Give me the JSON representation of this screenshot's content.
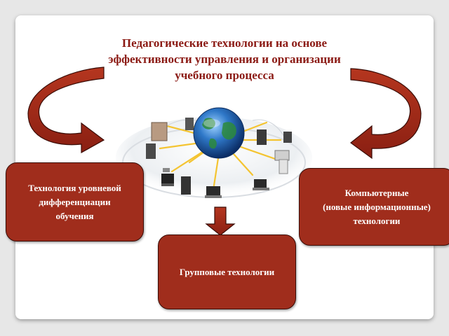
{
  "title": "Педагогические технологии на основе\nэффективности управления и организации\nучебного процесса",
  "boxes": {
    "left": "Технология уровневой\nдифференциации\nобучения",
    "right": "Компьютерные\n(новые информационные)\nтехнологии",
    "bottom": "Групповые технологии"
  },
  "colors": {
    "title": "#8b1a14",
    "box_fill": "#a02d1c",
    "arrow_fill": "#9e2a1a"
  },
  "icons": [
    "globe-network-illustration",
    "curved-arrow-left",
    "curved-arrow-right",
    "down-arrow"
  ]
}
